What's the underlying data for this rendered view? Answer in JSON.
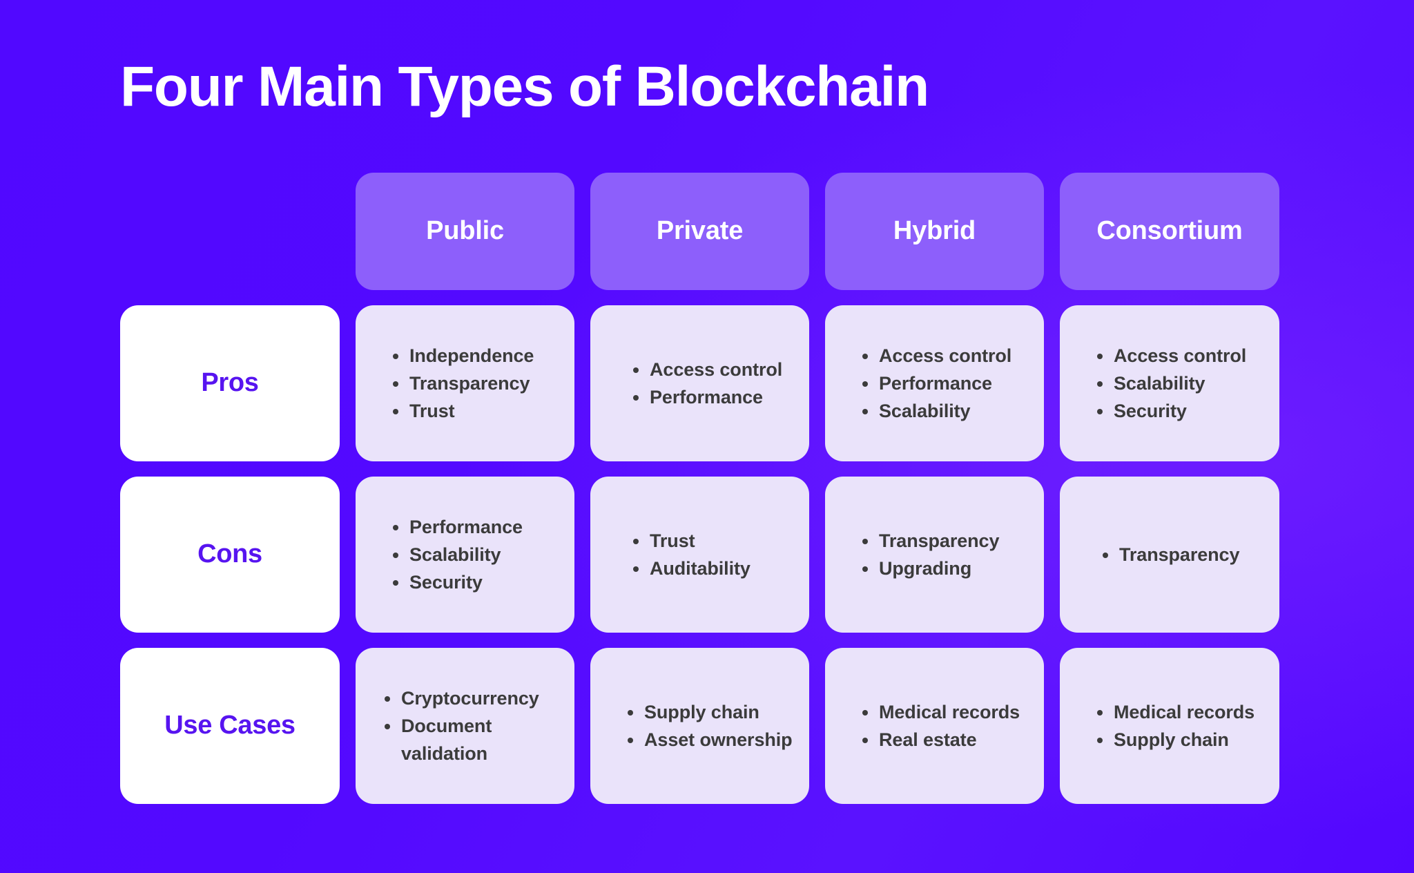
{
  "title": "Four Main Types of Blockchain",
  "colors": {
    "background": "#5209FF",
    "header_card": "#8D5FFB",
    "row_label_card": "#FFFFFF",
    "row_label_text": "#5714F0",
    "data_card": "#EAE3FA",
    "data_text": "#3B3B3B",
    "title_text": "#FFFFFF"
  },
  "columns": [
    {
      "label": "Public"
    },
    {
      "label": "Private"
    },
    {
      "label": "Hybrid"
    },
    {
      "label": "Consortium"
    }
  ],
  "rows": [
    {
      "label": "Pros",
      "cells": [
        {
          "items": [
            "Independence",
            "Transparency",
            "Trust"
          ]
        },
        {
          "items": [
            "Access control",
            "Performance"
          ]
        },
        {
          "items": [
            "Access control",
            "Performance",
            "Scalability"
          ]
        },
        {
          "items": [
            "Access control",
            "Scalability",
            "Security"
          ]
        }
      ]
    },
    {
      "label": "Cons",
      "cells": [
        {
          "items": [
            "Performance",
            "Scalability",
            "Security"
          ]
        },
        {
          "items": [
            "Trust",
            "Auditability"
          ]
        },
        {
          "items": [
            "Transparency",
            "Upgrading"
          ]
        },
        {
          "items": [
            "Transparency"
          ]
        }
      ]
    },
    {
      "label": "Use Cases",
      "cells": [
        {
          "items": [
            "Cryptocurrency",
            "Document validation"
          ]
        },
        {
          "items": [
            "Supply chain",
            "Asset ownership"
          ]
        },
        {
          "items": [
            "Medical records",
            "Real estate"
          ]
        },
        {
          "items": [
            "Medical records",
            "Supply chain"
          ]
        }
      ]
    }
  ]
}
